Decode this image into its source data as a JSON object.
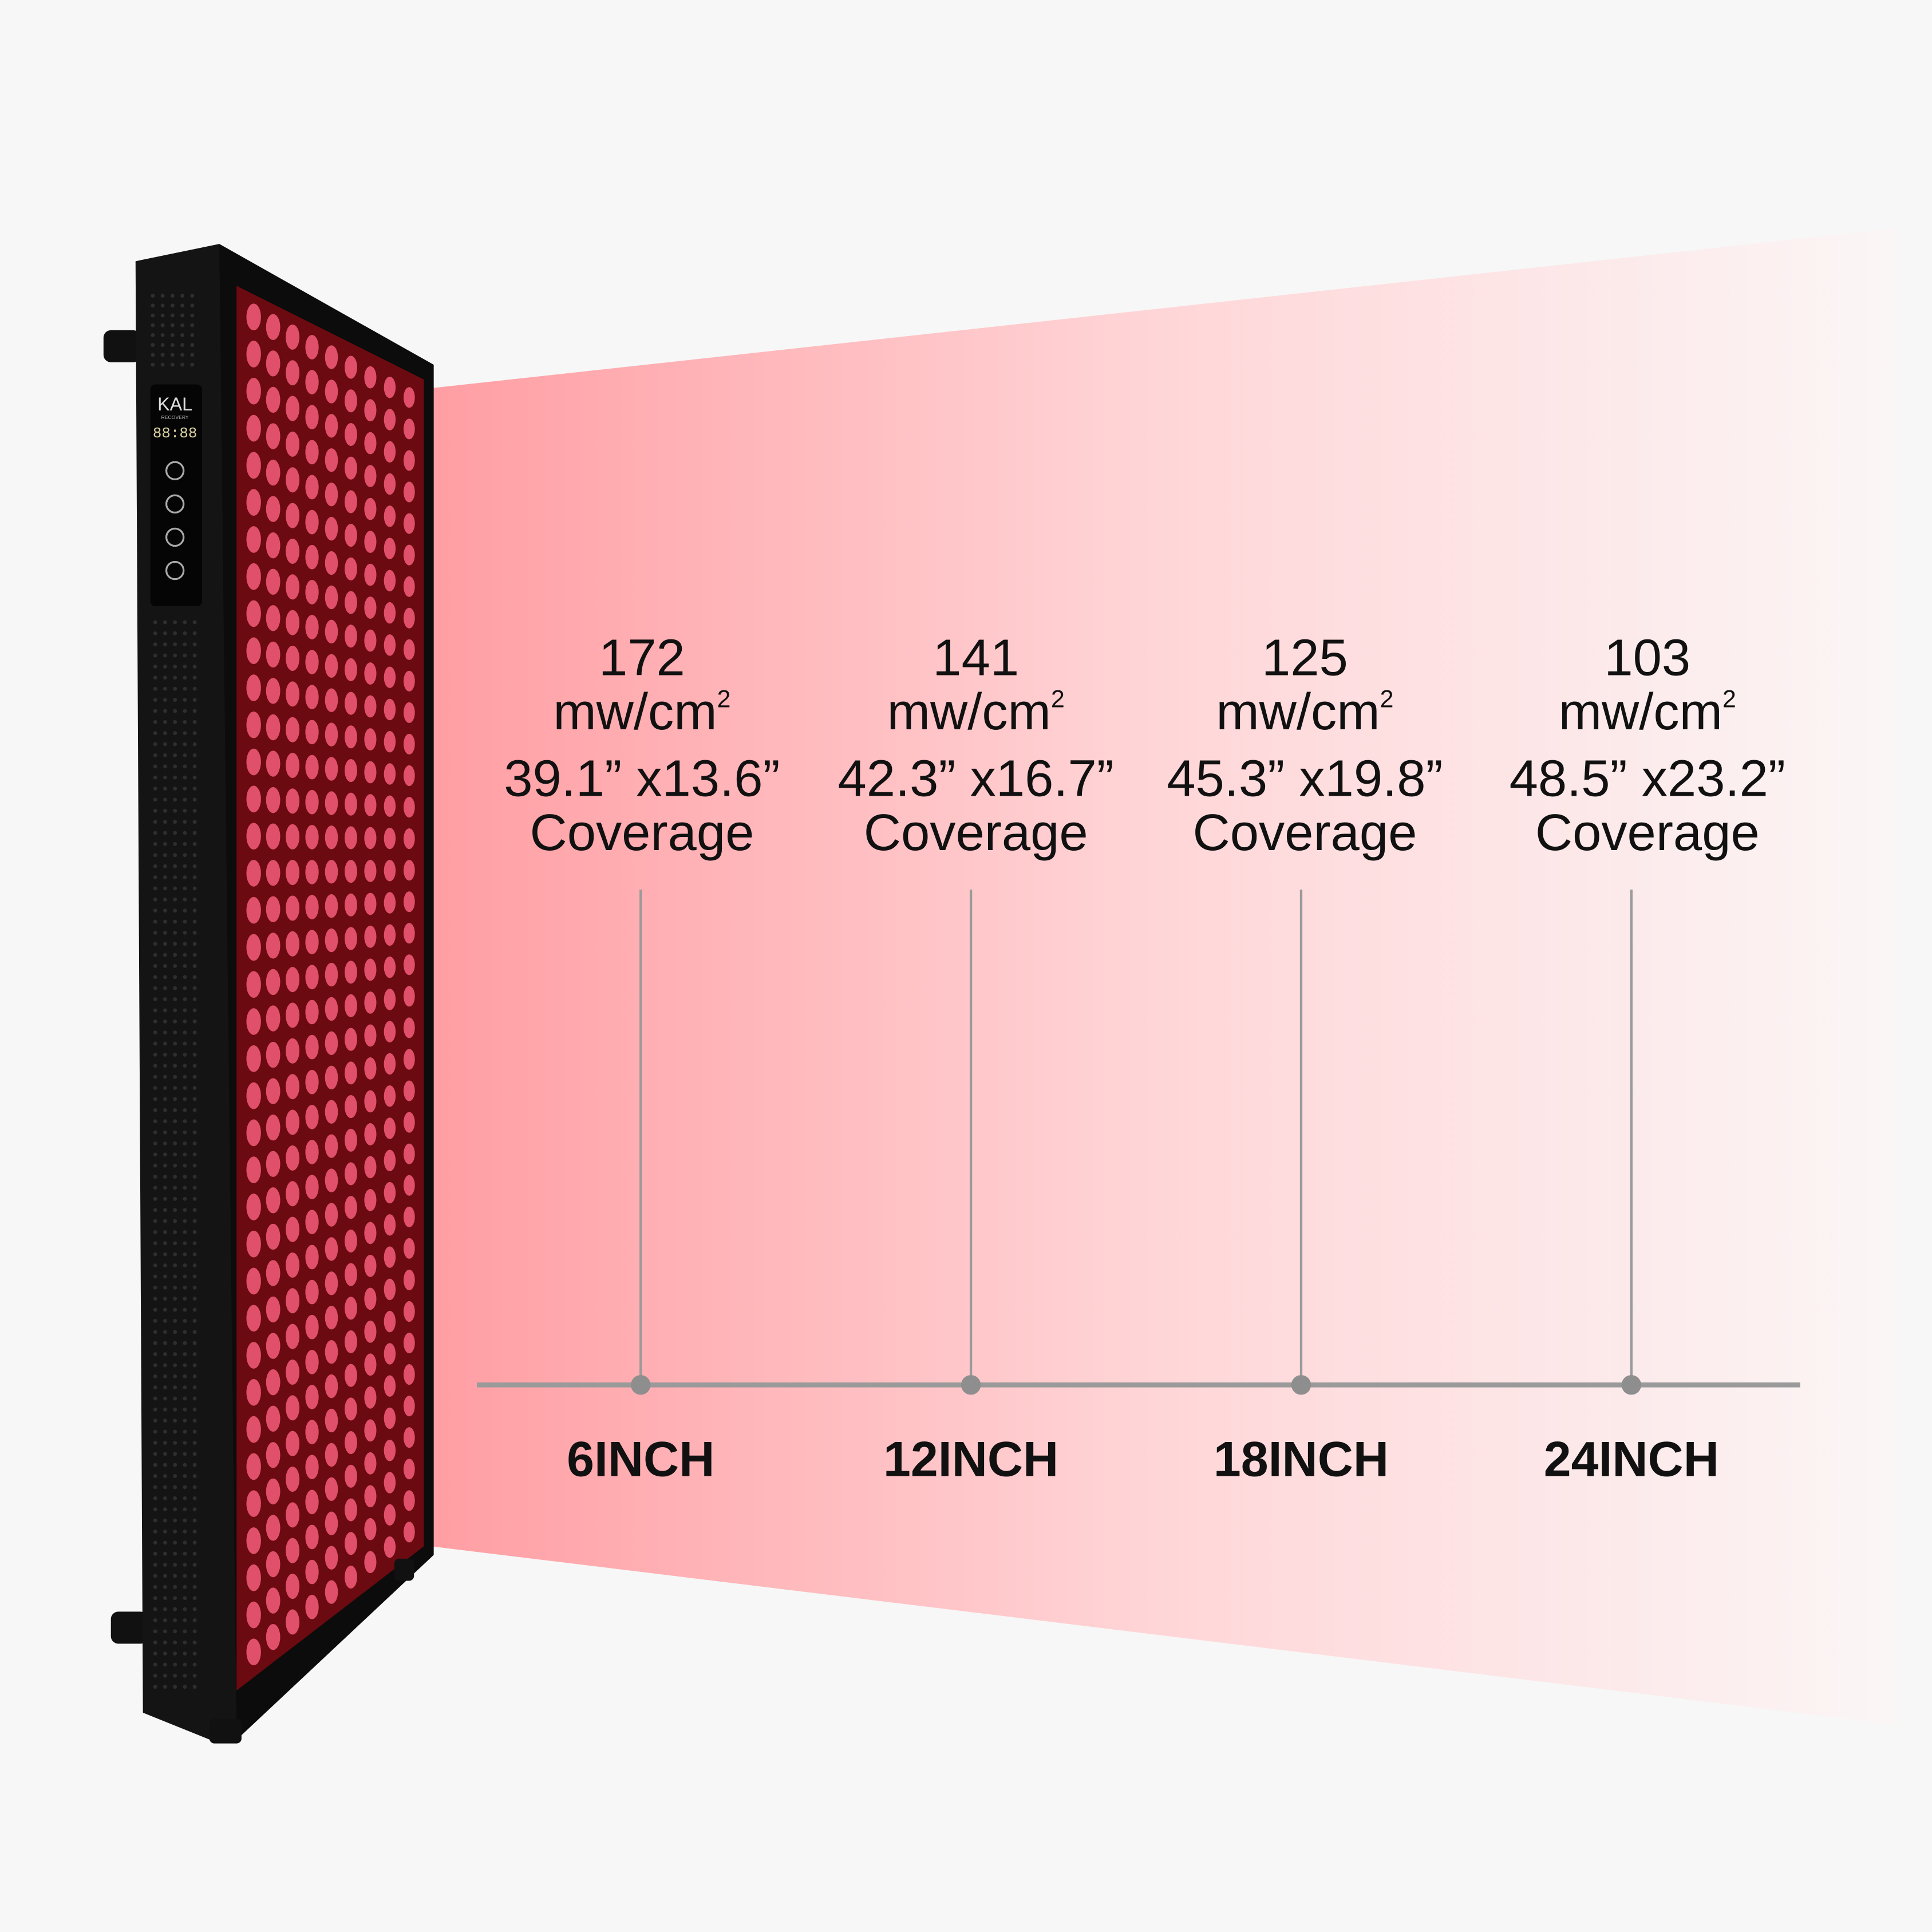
{
  "device": {
    "brand": "KAL",
    "brand_sub": "RECOVERY",
    "display": "88:88"
  },
  "columns": [
    {
      "irradiance": "172",
      "unit": "mw/cm",
      "unit_sup": "2",
      "dims": "39.1” x13.6”",
      "coverage": "Coverage",
      "distance": "6INCH"
    },
    {
      "irradiance": "141",
      "unit": "mw/cm",
      "unit_sup": "2",
      "dims": "42.3” x16.7”",
      "coverage": "Coverage",
      "distance": "12INCH"
    },
    {
      "irradiance": "125",
      "unit": "mw/cm",
      "unit_sup": "2",
      "dims": "45.3” x19.8”",
      "coverage": "Coverage",
      "distance": "18INCH"
    },
    {
      "irradiance": "103",
      "unit": "mw/cm",
      "unit_sup": "2",
      "dims": "48.5” x23.2”",
      "coverage": "Coverage",
      "distance": "24INCH"
    }
  ],
  "colors": {
    "beam": "#ff9ea3",
    "led": "#e0506a",
    "panel": "#111111",
    "axis": "#9a9a9a"
  }
}
